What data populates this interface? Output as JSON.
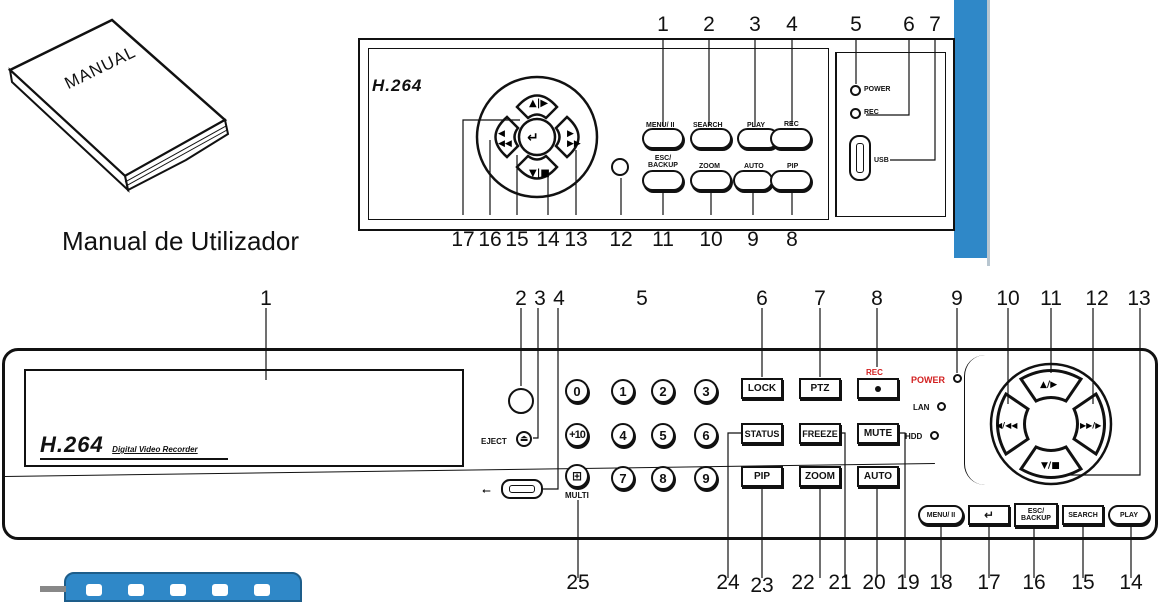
{
  "manual": {
    "book_label": "MANUAL",
    "caption": "Manual de Utilizador"
  },
  "top_panel": {
    "logo": "H.264",
    "buttons": {
      "menu": "MENU/ II",
      "search": "SEARCH",
      "play": "PLAY",
      "rec": "REC",
      "esc_backup": "ESC/ BACKUP",
      "zoom": "ZOOM",
      "auto": "AUTO",
      "pip": "PIP"
    },
    "leds": {
      "power": "POWER",
      "rec": "REC"
    },
    "usb_label": "USB",
    "callouts_top": [
      "1",
      "2",
      "3",
      "4",
      "5",
      "6",
      "7"
    ],
    "callouts_bottom": [
      "17",
      "16",
      "15",
      "14",
      "13",
      "12",
      "11",
      "10",
      "9",
      "8"
    ]
  },
  "bottom_panel": {
    "logo": "H.264",
    "logo_subtitle": "Digital Video Recorder",
    "eject_label": "EJECT",
    "multi_label": "MULTI",
    "number_keys": [
      "0",
      "1",
      "2",
      "3",
      "+10",
      "4",
      "5",
      "6",
      "",
      "7",
      "8",
      "9"
    ],
    "buttons": {
      "lock": "LOCK",
      "ptz": "PTZ",
      "rec": "REC",
      "status": "STATUS",
      "freeze": "FREEZE",
      "mute": "MUTE",
      "pip": "PIP",
      "zoom": "ZOOM",
      "auto": "AUTO",
      "menu": "MENU/ II",
      "esc_backup": "ESC/ BACKUP",
      "search": "SEARCH",
      "play": "PLAY"
    },
    "leds": {
      "power": "POWER",
      "lan": "LAN",
      "hdd": "HDD"
    },
    "callouts_top": [
      "1",
      "2",
      "3",
      "4",
      "5",
      "6",
      "7",
      "8",
      "9",
      "10",
      "11",
      "12",
      "13"
    ],
    "callouts_bottom": [
      "25",
      "24",
      "23",
      "22",
      "21",
      "20",
      "19",
      "18",
      "17",
      "16",
      "15",
      "14"
    ]
  },
  "colors": {
    "accent_blue": "#2f88c8",
    "rec_red": "#d21f1f",
    "ink": "#111111"
  }
}
